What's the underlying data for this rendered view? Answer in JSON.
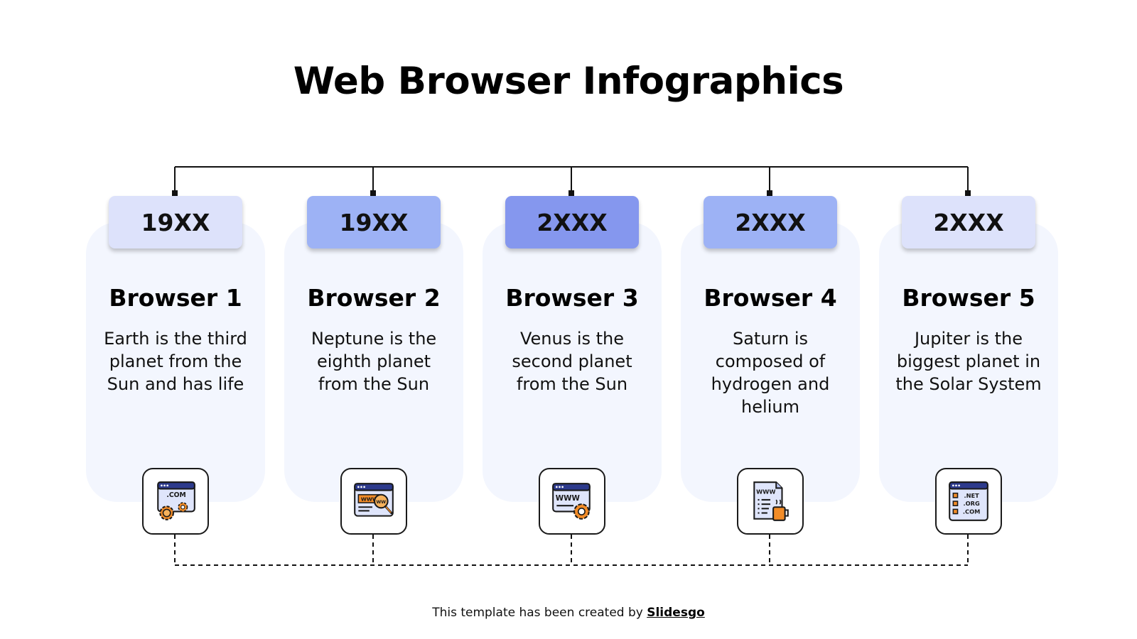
{
  "title": "Web Browser Infographics",
  "accent_colors": {
    "light": "#dde2fb",
    "medium": "#9db2f5",
    "strong": "#8597ee",
    "card": "#f3f6fe",
    "icon_orange": "#f28c28",
    "icon_navy": "#2d3a8c"
  },
  "browsers": [
    {
      "year": "19XX",
      "name": "Browser 1",
      "description": "Earth is the third planet from the Sun and has life",
      "badge_color": "#dde2fb",
      "icon": "dotcom-settings-icon"
    },
    {
      "year": "19XX",
      "name": "Browser 2",
      "description": "Neptune is the eighth planet from the Sun",
      "badge_color": "#9db2f5",
      "icon": "www-search-icon"
    },
    {
      "year": "2XXX",
      "name": "Browser 3",
      "description": "Venus is the second planet from the Sun",
      "badge_color": "#8597ee",
      "icon": "www-gear-icon"
    },
    {
      "year": "2XXX",
      "name": "Browser 4",
      "description": "Saturn is composed of hydrogen and helium",
      "badge_color": "#9db2f5",
      "icon": "www-document-coffee-icon"
    },
    {
      "year": "2XXX",
      "name": "Browser 5",
      "description": "Jupiter is the biggest planet in the Solar System",
      "badge_color": "#dde2fb",
      "icon": "domains-list-icon"
    }
  ],
  "footer": {
    "text": "This template has been created by ",
    "link": "Slidesgo"
  }
}
